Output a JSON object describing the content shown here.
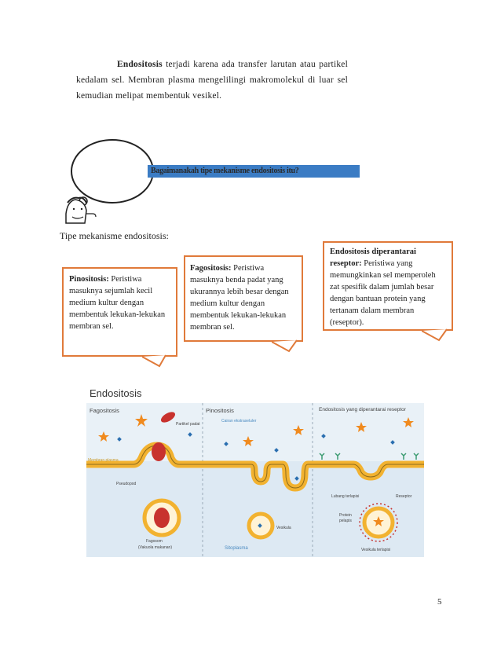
{
  "intro": {
    "term": "Endositosis",
    "text": "terjadi karena ada transfer larutan atau partikel kedalam sel. Membran plasma mengelilingi makromolekul di luar sel kemudian melipat membentuk vesikel."
  },
  "question": "Bagaimanakah tipe mekanisme endositosis itu?",
  "types_label": "Tipe mekanisme endositosis:",
  "callouts": {
    "pinositosis": {
      "term": "Pinositosis:",
      "text": "Peristiwa masuknya sejumlah kecil medium kultur dengan membentuk lekukan-lekukan membran sel."
    },
    "fagositosis": {
      "term": "Fagositosis:",
      "text": "Peristiwa masuknya benda padat yang ukurannya lebih besar dengan medium kultur dengan membentuk lekukan-lekukan membran sel."
    },
    "reseptor": {
      "term": "Endositosis diperantarai reseptor:",
      "text": "Peristiwa yang memungkinkan sel memperoleh zat spesifik dalam jumlah besar dengan bantuan protein yang tertanam dalam membran (reseptor)."
    }
  },
  "diagram": {
    "title": "Endositosis",
    "panels": {
      "fagositosis": "Fagositosis",
      "pinositosis": "Pinositosis",
      "reseptor": "Endositosis yang diperantarai reseptor"
    },
    "labels": {
      "partikel_padat": "Partikel padat",
      "membran_plasma": "Membran plasma",
      "pseudopod": "Pseudopod",
      "fagosom": "Fagosom",
      "vakuola_makanan": "(Vakuola makanan)",
      "cairan": "Cairan ekstraseluler",
      "vesikula": "Vesikula",
      "sitoplasma": "Sitoplasma",
      "lubang": "Lubang terlapisi",
      "reseptor": "Reseptor",
      "protein": "Protein",
      "pelapis": "pelapis",
      "vesikula_terlapisi": "Vesikula terlapisi"
    }
  },
  "page_number": "5",
  "colors": {
    "callout_border": "#e07a3a",
    "membrane": "#f2b230",
    "particle": "#c8322e",
    "star": "#f08a1e",
    "dot": "#2a6fb0",
    "banner": "#3b7cc4"
  }
}
